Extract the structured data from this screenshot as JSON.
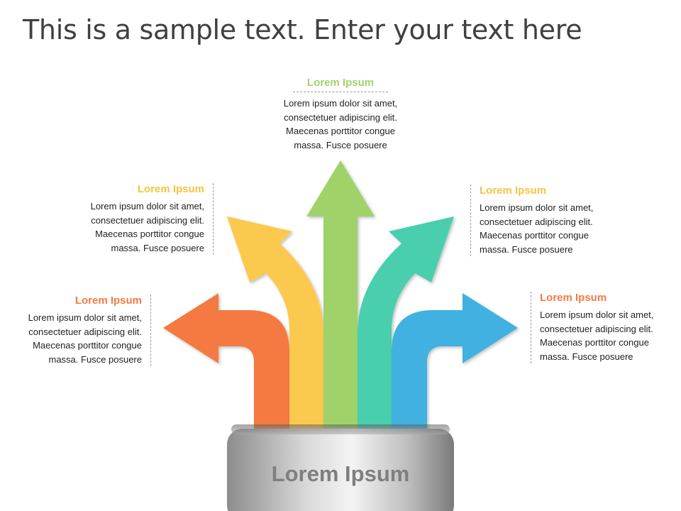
{
  "title": "This is a sample text. Enter your text here",
  "base_label": "Lorem Ipsum",
  "callouts": {
    "top": {
      "heading": "Lorem Ipsum",
      "lines": [
        "Lorem ipsum dolor sit amet,",
        "consectetuer adipiscing elit.",
        "Maecenas porttitor congue",
        "massa. Fusce posuere"
      ]
    },
    "upper_left": {
      "heading": "Lorem Ipsum",
      "lines": [
        "Lorem ipsum dolor sit amet,",
        "consectetuer adipiscing elit.",
        "Maecenas porttitor congue",
        "massa. Fusce posuere"
      ]
    },
    "upper_right": {
      "heading": "Lorem Ipsum",
      "lines": [
        "Lorem ipsum dolor sit amet,",
        "consectetuer adipiscing elit.",
        "Maecenas porttitor congue",
        "massa. Fusce posuere"
      ]
    },
    "lower_left": {
      "heading": "Lorem Ipsum",
      "lines": [
        "Lorem ipsum dolor sit amet,",
        "consectetuer adipiscing elit.",
        "Maecenas porttitor congue",
        "massa. Fusce posuere"
      ]
    },
    "lower_right": {
      "heading": "Lorem Ipsum",
      "lines": [
        "Lorem ipsum dolor sit amet,",
        "consectetuer adipiscing elit.",
        "Maecenas porttitor congue",
        "massa. Fusce posuere"
      ]
    }
  },
  "colors": {
    "orange": "#f47a43",
    "yellow": "#fcc94f",
    "green": "#9fd36a",
    "teal": "#48cfae",
    "blue": "#3fb1e0",
    "heading_orange": "#f47a43",
    "heading_yellow": "#f7c340",
    "heading_green": "#9fd36a",
    "heading_blue": "#f47a43"
  }
}
